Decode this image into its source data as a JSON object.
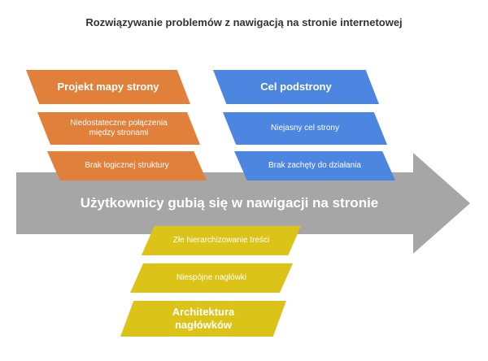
{
  "title": "Rozwiązywanie problemów z nawigacją na stronie internetowej",
  "effect": "Użytkownicy gubią się w nawigacji na stronie",
  "colors": {
    "arrow": "#a6a6a6",
    "orange": "#e0803a",
    "blue": "#4c86e0",
    "yellow": "#dbc318"
  },
  "categories": {
    "site_map": {
      "title": "Projekt mapy strony",
      "causes": [
        "Niedostateczne połączenia między stronami",
        "Brak logicznej struktury"
      ]
    },
    "subpage_goal": {
      "title": "Cel podstrony",
      "causes": [
        "Niejasny cel strony",
        "Brak zachęty do działania"
      ]
    },
    "headings": {
      "title": "Architektura nagłówków",
      "causes": [
        "Złe hierarchizowanie treści",
        "Niespójne nagłówki"
      ]
    }
  }
}
